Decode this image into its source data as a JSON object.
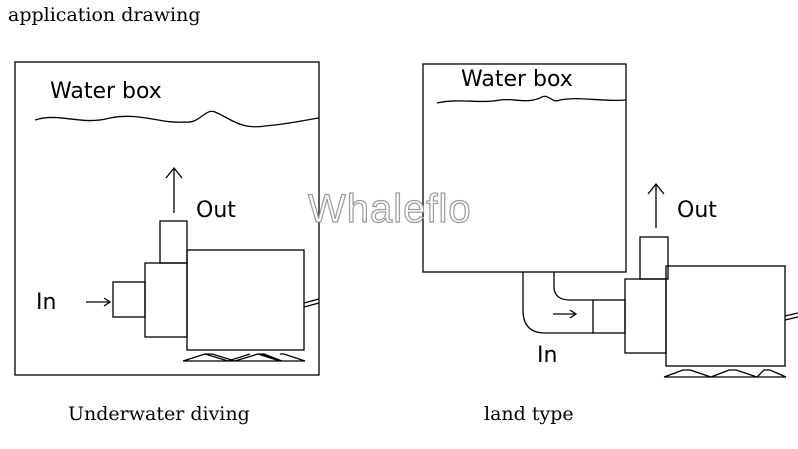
{
  "title": "application drawing",
  "watermark": "Whaleflo",
  "left_diagram": {
    "box_label": "Water box",
    "out_label": "Out",
    "in_label": "In",
    "caption": "Underwater diving"
  },
  "right_diagram": {
    "box_label": "Water box",
    "out_label": "Out",
    "in_label": "In",
    "caption": "land type"
  }
}
